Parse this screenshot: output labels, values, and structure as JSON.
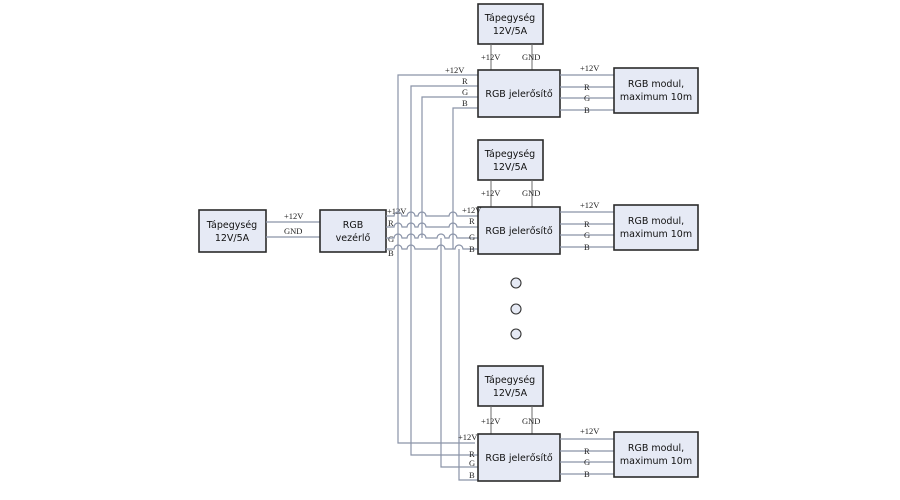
{
  "diagram": {
    "main_power": {
      "line1": "Tápegység",
      "line2": "12V/5A",
      "out_labels": [
        "+12V",
        "GND"
      ]
    },
    "controller": {
      "line1": "RGB",
      "line2": "vezérlő",
      "out_labels": [
        "+12V",
        "R",
        "G",
        "B"
      ]
    },
    "stages": [
      {
        "power": {
          "line1": "Tápegység",
          "line2": "12V/5A",
          "out_labels": [
            "+12V",
            "GND"
          ]
        },
        "amplifier": {
          "label": "RGB jelerősítő",
          "in_labels": [
            "+12V",
            "R",
            "G",
            "B"
          ]
        },
        "module": {
          "line1": "RGB modul,",
          "line2": "maximum 10m",
          "in_labels": [
            "+12V",
            "R",
            "G",
            "B"
          ]
        }
      },
      {
        "power": {
          "line1": "Tápegység",
          "line2": "12V/5A",
          "out_labels": [
            "+12V",
            "GND"
          ]
        },
        "amplifier": {
          "label": "RGB jelerősítő",
          "in_labels": [
            "+12V",
            "R",
            "G",
            "B"
          ]
        },
        "module": {
          "line1": "RGB modul,",
          "line2": "maximum 10m",
          "in_labels": [
            "+12V",
            "R",
            "G",
            "B"
          ]
        }
      },
      {
        "power": {
          "line1": "Tápegység",
          "line2": "12V/5A",
          "out_labels": [
            "+12V",
            "GND"
          ]
        },
        "amplifier": {
          "label": "RGB jelerősítő",
          "in_labels": [
            "+12V",
            "R",
            "G",
            "B"
          ]
        },
        "module": {
          "line1": "RGB modul,",
          "line2": "maximum 10m",
          "in_labels": [
            "+12V",
            "R",
            "G",
            "B"
          ]
        }
      }
    ],
    "continuation_dots": 3
  }
}
